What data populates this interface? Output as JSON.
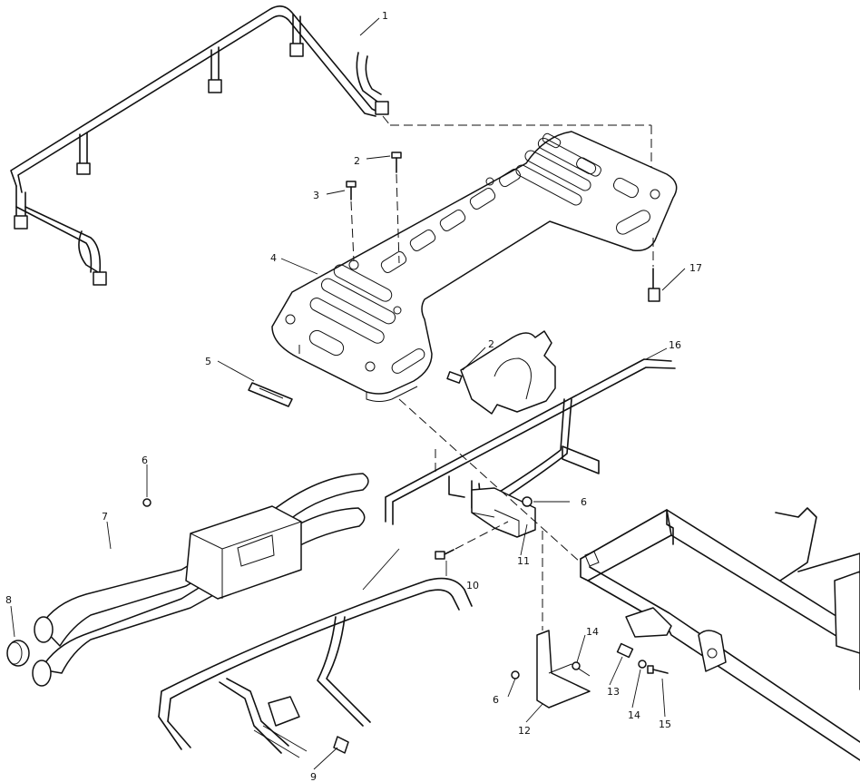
{
  "callouts": {
    "c1": "1",
    "c2a": "2",
    "c3": "3",
    "c4": "4",
    "c5": "5",
    "c2b": "2",
    "c16": "16",
    "c17": "17",
    "c6a": "6",
    "c7": "7",
    "c6b": "6",
    "c8": "8",
    "c10": "10",
    "c11": "11",
    "c14a": "14",
    "c6c": "6",
    "c12": "12",
    "c13": "13",
    "c14b": "14",
    "c15": "15",
    "c9": "9"
  }
}
